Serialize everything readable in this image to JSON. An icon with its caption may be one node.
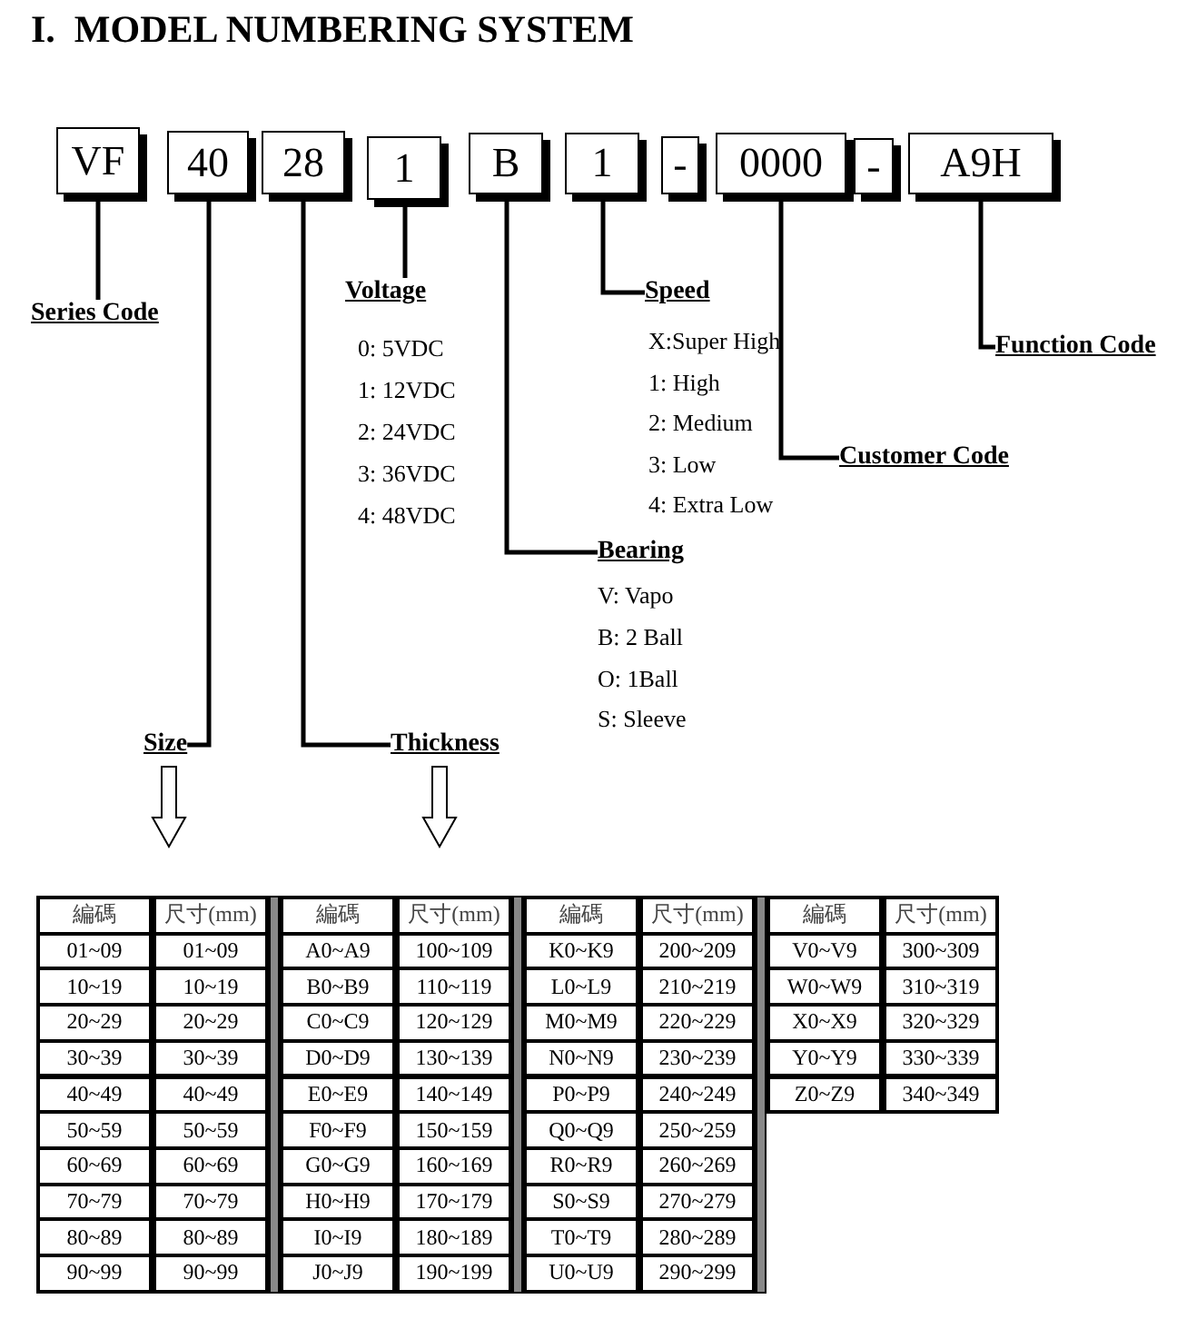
{
  "diagram": {
    "title": "I.  MODEL NUMBERING SYSTEM",
    "nodes": [
      {
        "text": [
          "VF"
        ]
      },
      {
        "text": [
          "40"
        ]
      },
      {
        "text": [
          "28"
        ]
      },
      {
        "text": [
          "1"
        ]
      },
      {
        "text": [
          "B"
        ]
      },
      {
        "text": [
          "1"
        ]
      },
      {
        "text": [
          "-"
        ]
      },
      {
        "text": [
          "0000"
        ]
      },
      {
        "text": [
          "-"
        ]
      },
      {
        "text": [
          "A9H"
        ]
      },
      {
        "text": [
          "Voltage"
        ],
        "beside": [
          "0: 5VDC",
          "1: 12VDC",
          "2: 24VDC",
          "3: 36VDC",
          "4: 48VDC"
        ]
      },
      {
        "text": [
          "Speed"
        ],
        "beside": [
          "X:Super High",
          "1: High",
          "2: Medium",
          "3: Low",
          "4: Extra Low"
        ]
      },
      {
        "text": [
          "Series Code"
        ]
      },
      {
        "text": [
          "Function Code"
        ]
      },
      {
        "text": [
          "Customer Code"
        ]
      },
      {
        "text": [
          "Bearing"
        ],
        "beside": [
          "V: Vapo",
          "B: 2 Ball",
          "O: 1Ball",
          "S: Sleeve"
        ]
      },
      {
        "text": [
          "Size"
        ]
      },
      {
        "text": [
          "Thickness"
        ]
      }
    ],
    "edges": [
      {
        "from": 0,
        "to": 12,
        "arrow": "none"
      },
      {
        "from": 1,
        "to": 16,
        "arrow": "none"
      },
      {
        "from": 2,
        "to": 17,
        "arrow": "none"
      },
      {
        "from": 3,
        "to": 10,
        "arrow": "none"
      },
      {
        "from": 4,
        "to": 15,
        "arrow": "none"
      },
      {
        "from": 5,
        "to": 11,
        "arrow": "none"
      },
      {
        "from": 7,
        "to": 14,
        "arrow": "none"
      },
      {
        "from": 9,
        "to": 13,
        "arrow": "none"
      }
    ],
    "labels": [
      "編碼",
      "尺寸(mm)",
      "編碼",
      "尺寸(mm)",
      "編碼",
      "尺寸(mm)",
      "編碼",
      "尺寸(mm)",
      "01~09",
      "01~09",
      "A0~A9",
      "100~109",
      "K0~K9",
      "200~209",
      "V0~V9",
      "300~309",
      "10~19",
      "10~19",
      "B0~B9",
      "110~119",
      "L0~L9",
      "210~219",
      "W0~W9",
      "310~319",
      "20~29",
      "20~29",
      "C0~C9",
      "120~129",
      "M0~M9",
      "220~229",
      "X0~X9",
      "320~329",
      "30~39",
      "30~39",
      "D0~D9",
      "130~139",
      "N0~N9",
      "230~239",
      "Y0~Y9",
      "330~339",
      "40~49",
      "40~49",
      "E0~E9",
      "140~149",
      "P0~P9",
      "240~249",
      "Z0~Z9",
      "340~349",
      "50~59",
      "50~59",
      "F0~F9",
      "150~159",
      "Q0~Q9",
      "250~259",
      "60~69",
      "60~69",
      "G0~G9",
      "160~169",
      "R0~R9",
      "260~269",
      "70~79",
      "70~79",
      "H0~H9",
      "170~179",
      "S0~S9",
      "270~279",
      "80~89",
      "80~89",
      "I0~I9",
      "180~189",
      "T0~T9",
      "280~289",
      "90~99",
      "90~99",
      "J0~J9",
      "190~199",
      "U0~U9",
      "290~299"
    ]
  }
}
